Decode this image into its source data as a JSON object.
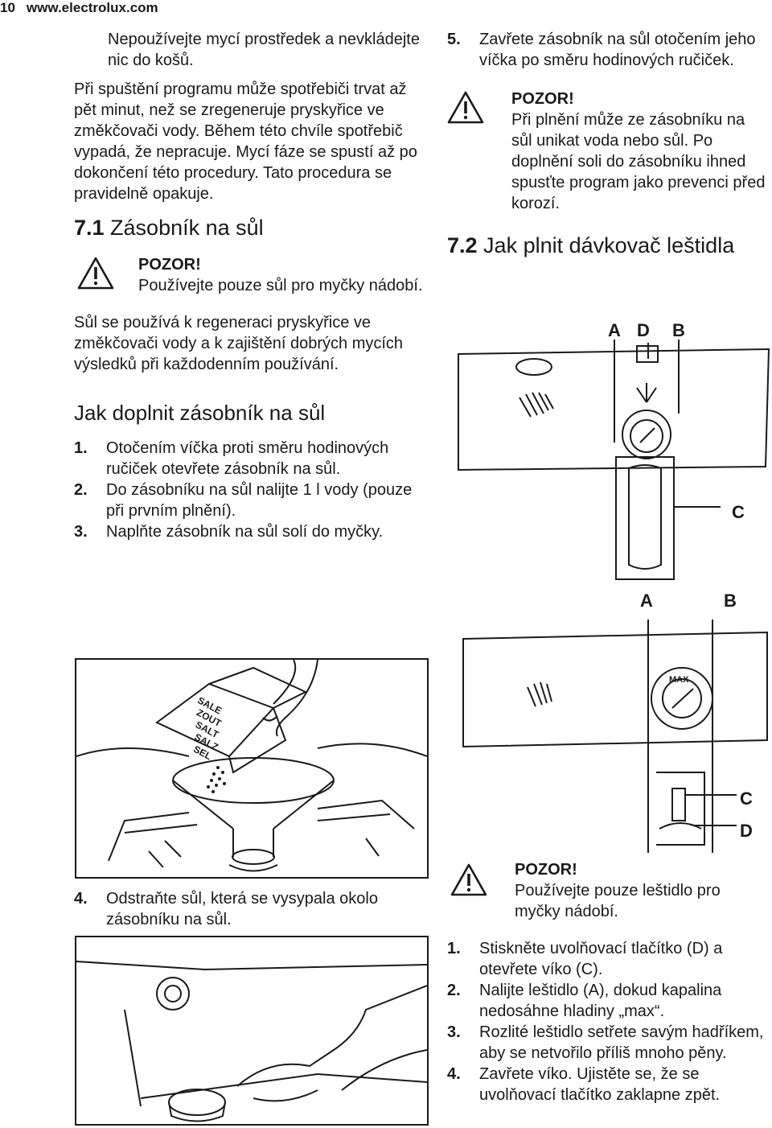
{
  "header": {
    "page_number": "10",
    "site": "www.electrolux.com"
  },
  "left": {
    "intro1": "Nepoužívejte mycí prostředek a nevkládejte nic do košů.",
    "intro2": "Při spuštění programu může spotřebiči trvat až pět minut, než se zregeneruje pryskyřice ve změkčovači vody. Během této chvíle spotřebič vypadá, že nepracuje. Mycí fáze se spustí až po dokončení této procedury. Tato procedura se pravidelně opakuje.",
    "section_num": "7.1",
    "section_title": " Zásobník na sůl",
    "warn_title": "POZOR!",
    "warn_text": "Používejte pouze sůl pro myčky nádobí.",
    "body": "Sůl se používá k regeneraci pryskyřice ve změkčovači vody a k zajištění dobrých mycích výsledků při každodenním používání.",
    "subhead": "Jak doplnit zásobník na sůl",
    "steps": [
      {
        "n": "1.",
        "t": "Otočením víčka proti směru hodinových ručiček otevřete zásobník na sůl."
      },
      {
        "n": "2.",
        "t": "Do zásobníku na sůl nalijte 1 l vody (pouze při prvním plnění)."
      },
      {
        "n": "3.",
        "t": "Naplňte zásobník na sůl solí do myčky."
      }
    ],
    "step4": {
      "n": "4.",
      "t": "Odstraňte sůl, která se vysypala okolo zásobníku na sůl."
    },
    "box_text": [
      "SALE",
      "ZOUT",
      "SALT",
      "SALZ",
      "SEL"
    ]
  },
  "right": {
    "step5": {
      "n": "5.",
      "t": "Zavřete zásobník na sůl otočením jeho víčka po směru hodinových ručiček."
    },
    "warn1_title": "POZOR!",
    "warn1_text": "Při plnění může ze zásobníku na sůl unikat voda nebo sůl. Po doplnění soli do zásobníku ihned spusťte program jako prevenci před korozí.",
    "section_num": "7.2",
    "section_title": " Jak plnit dávkovač leštidla",
    "fig1_labels": {
      "a": "A",
      "d": "D",
      "b": "B",
      "c": "C"
    },
    "fig2_labels": {
      "a": "A",
      "b": "B",
      "c": "C",
      "d": "D"
    },
    "dial_text": "MAX",
    "warn2_title": "POZOR!",
    "warn2_text": "Používejte pouze leštidlo pro myčky nádobí.",
    "steps": [
      {
        "n": "1.",
        "t": "Stiskněte uvolňovací tlačítko (D) a otevřete víko (C)."
      },
      {
        "n": "2.",
        "t": "Nalijte leštidlo (A), dokud kapalina nedosáhne hladiny „max“."
      },
      {
        "n": "3.",
        "t": "Rozlité leštidlo setřete savým hadříkem, aby se netvořilo příliš mnoho pěny."
      },
      {
        "n": "4.",
        "t": "Zavřete víko. Ujistěte se, že se uvolňovací tlačítko zaklapne zpět."
      }
    ]
  }
}
